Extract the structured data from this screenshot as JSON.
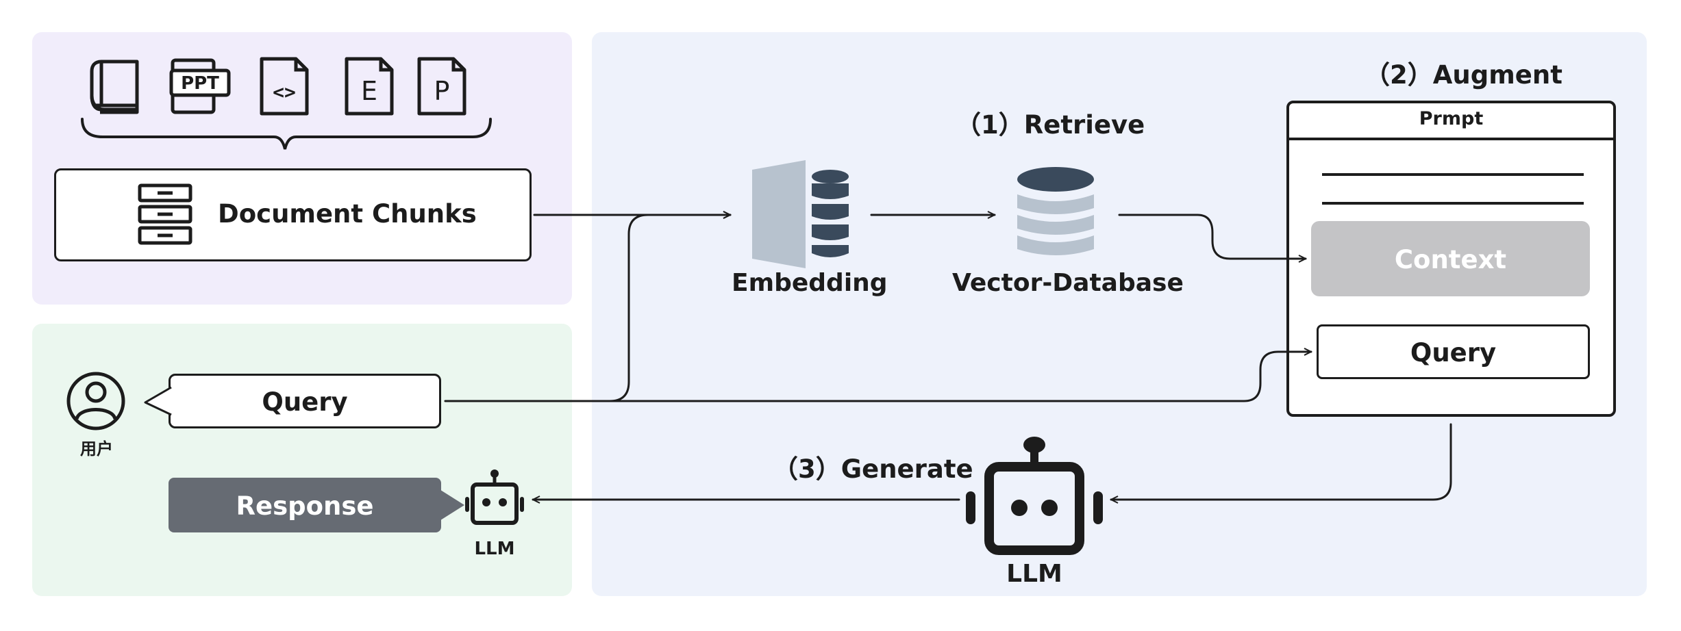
{
  "diagram": {
    "document_chunks": "Document Chunks",
    "user_label": "用户",
    "query": "Query",
    "response": "Response",
    "llm": "LLM",
    "embedding": "Embedding",
    "vector_database": "Vector-Database",
    "steps": {
      "retrieve": "（1）Retrieve",
      "augment": "（2）Augment",
      "generate": "（3）Generate"
    },
    "prompt": {
      "title": "Prmpt",
      "context": "Context",
      "query": "Query"
    },
    "doc_icons": [
      {
        "name": "book-icon"
      },
      {
        "name": "ppt-file-icon",
        "text": "PPT"
      },
      {
        "name": "code-file-icon",
        "text": "<>"
      },
      {
        "name": "e-file-icon",
        "text": "E"
      },
      {
        "name": "p-file-icon",
        "text": "P"
      }
    ],
    "colors": {
      "docs_panel": "#f1edfb",
      "user_panel": "#ebf7ef",
      "main_panel": "#eef2fb",
      "context_fill": "#c4c4c6",
      "response_fill": "#666b73",
      "db_dark": "#3a4a5c",
      "db_light": "#b7c2ce"
    }
  }
}
